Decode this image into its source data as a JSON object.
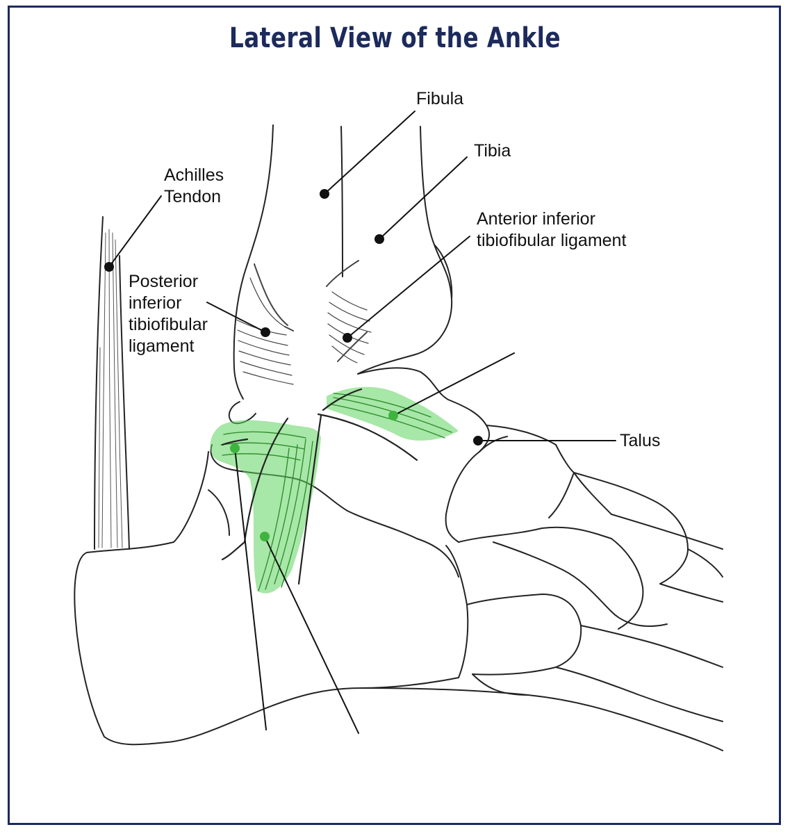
{
  "title": "Lateral View of the Ankle",
  "colors": {
    "title": "#1c2a5c",
    "frame": "#1c2a5c",
    "ligament_highlight": "#5fd35f",
    "ink": "#111111"
  },
  "labels": {
    "fibula": "Fibula",
    "tibia": "Tibia",
    "achilles": [
      "Achilles",
      "Tendon"
    ],
    "anterior": [
      "Anterior inferior",
      "tibiofibular ligament"
    ],
    "posterior": [
      "Posterior",
      "inferior",
      "tibiofibular",
      "ligament"
    ],
    "talus": "Talus"
  }
}
